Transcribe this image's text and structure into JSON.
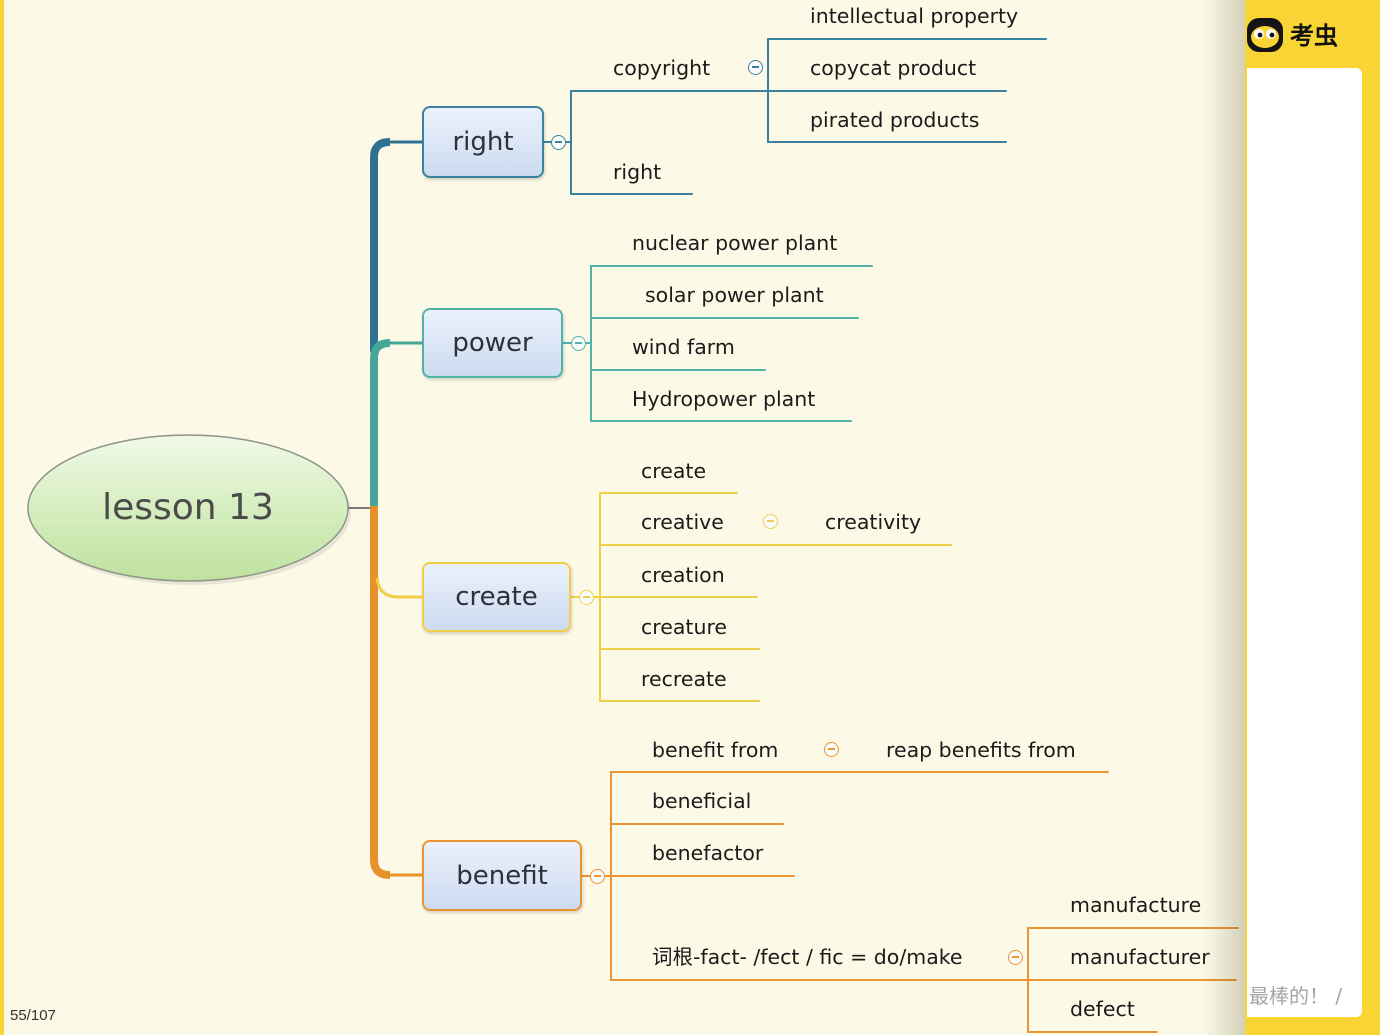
{
  "viewer": {
    "brand_name": "考虫",
    "page_indicator": "55/107",
    "side_panel_message": "最棒的！ /"
  },
  "icons": {
    "brand_logo": "kaochong-mascot-icon",
    "topic_toggle": "collapse-minus-icon"
  },
  "colors": {
    "background": "#fcf9e7",
    "frame_yellow": "#f8d535",
    "root_fill": "#d6eec0",
    "node_fill": "#cddbf1",
    "branch_right": "#3a82a0",
    "branch_power": "#52b2a5",
    "branch_create": "#f0cf48",
    "branch_benefit": "#eb9430",
    "trunk_right": "#2f7190",
    "trunk_power": "#46a697",
    "trunk_benefit": "#e8902a",
    "text": "#1b1b1b",
    "side_text": "#a5a5a5"
  },
  "mindmap": {
    "root": "lesson 13",
    "branches": [
      {
        "label": "right",
        "children": [
          {
            "label": "copyright",
            "children": [
              "intellectual property",
              "copycat product",
              "pirated products"
            ]
          },
          {
            "label": "right"
          }
        ]
      },
      {
        "label": "power",
        "children": [
          {
            "label": "nuclear power plant"
          },
          {
            "label": "solar power plant"
          },
          {
            "label": "wind farm"
          },
          {
            "label": "Hydropower plant"
          }
        ]
      },
      {
        "label": "create",
        "children": [
          {
            "label": "create"
          },
          {
            "label": "creative",
            "children": [
              "creativity"
            ]
          },
          {
            "label": "creation"
          },
          {
            "label": "creature"
          },
          {
            "label": "recreate"
          }
        ]
      },
      {
        "label": "benefit",
        "children": [
          {
            "label": "benefit from",
            "children": [
              "reap benefits from"
            ]
          },
          {
            "label": "beneficial"
          },
          {
            "label": "benefactor"
          },
          {
            "label": "词根-fact- /fect / fic = do/make",
            "children": [
              "manufacture",
              "manufacturer",
              "defect"
            ]
          }
        ]
      }
    ]
  }
}
